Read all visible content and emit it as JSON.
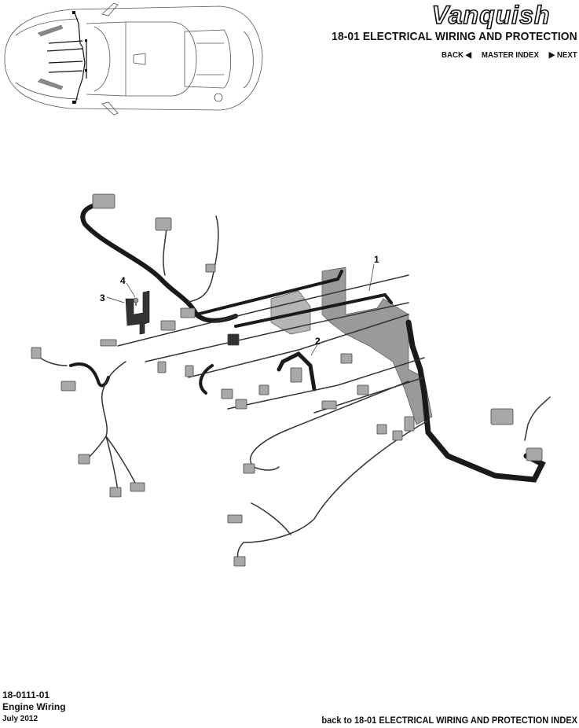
{
  "header": {
    "logo_text": "Vanquish",
    "section_title": "18-01 ELECTRICAL WIRING AND PROTECTION",
    "nav": {
      "back": "BACK ◀",
      "master_index": "MASTER INDEX",
      "next": "▶ NEXT"
    }
  },
  "thumbnail": {
    "label": "car-top-view-locator"
  },
  "diagram": {
    "title": "Engine Wiring",
    "callouts": [
      {
        "id": "1",
        "label": "1"
      },
      {
        "id": "2",
        "label": "2"
      },
      {
        "id": "3",
        "label": "3"
      },
      {
        "id": "4",
        "label": "4"
      }
    ]
  },
  "footer": {
    "code": "18-0111-01",
    "name": "Engine Wiring",
    "date": "July 2012",
    "back_link": "back to 18-01 ELECTRICAL WIRING AND PROTECTION INDEX"
  }
}
